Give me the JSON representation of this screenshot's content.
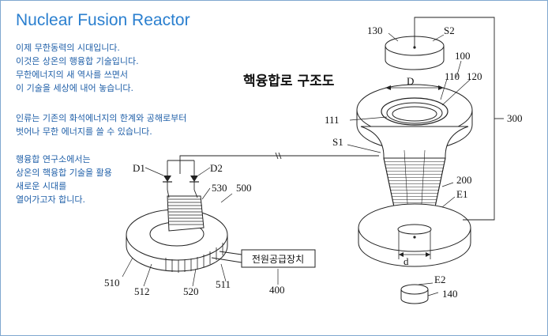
{
  "title": "Nuclear Fusion Reactor",
  "paragraphs": [
    [
      "이제 무한동력의 시대입니다.",
      "이것은 상온의 행융합 기술입니다.",
      "무한에너지의 새 역사를 쓰면서",
      "이 기술을 세상에 내어 놓습니다."
    ],
    [
      "인류는 기존의 화석에너지의 한계와 공해로부터",
      "벗어나 무한 에너지를 쓸 수 있습니다."
    ],
    [
      "행융합 연구소에서는",
      "상온의 핵융합 기술을 활용",
      "새로운 시대를",
      "열어가고자 합니다."
    ]
  ],
  "diagram": {
    "heading": "핵융합로  구조도",
    "power_supply_label": "전원공급장치",
    "labels": {
      "l130": "130",
      "s2": "S2",
      "l100": "100",
      "l110": "110",
      "l120": "120",
      "d_upper": "D",
      "l111": "111",
      "s1": "S1",
      "l300": "300",
      "l200": "200",
      "e1": "E1",
      "d_lower": "d",
      "e2": "E2",
      "l140": "140",
      "d1": "D1",
      "d2": "D2",
      "l530": "530",
      "l500": "500",
      "l510": "510",
      "l512": "512",
      "l520": "520",
      "l511": "511",
      "l400": "400"
    }
  }
}
